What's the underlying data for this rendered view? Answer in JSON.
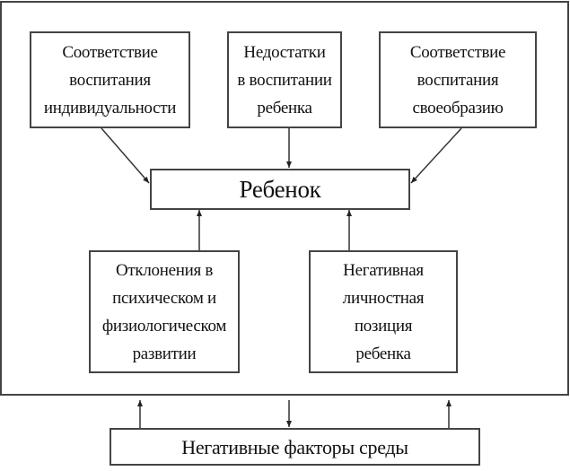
{
  "diagram": {
    "top_boxes": [
      {
        "label": "Соответствие\nвоспитания\nиндивидуальности"
      },
      {
        "label": "Недостатки\nв воспитании\nребенка"
      },
      {
        "label": "Соответствие\nвоспитания\nсвоеобразию"
      }
    ],
    "center": {
      "label": "Ребенок"
    },
    "bottom_boxes": [
      {
        "label": "Отклонения в\nпсихическом и\nфизиологическом\nразвитии"
      },
      {
        "label": "Негативная\nличностная\nпозиция\nребенка"
      }
    ],
    "environment": {
      "label": "Негативные факторы среды"
    }
  }
}
